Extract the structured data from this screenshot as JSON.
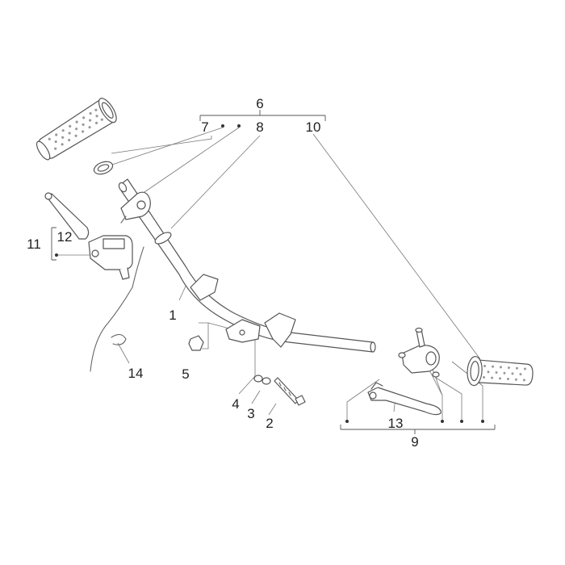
{
  "diagram": {
    "callouts": {
      "c1": "1",
      "c2": "2",
      "c3": "3",
      "c4": "4",
      "c5": "5",
      "c6": "6",
      "c7": "7",
      "c8": "8",
      "c9": "9",
      "c10": "10",
      "c11": "11",
      "c12": "12",
      "c13": "13",
      "c14": "14"
    },
    "colors": {
      "line": "#555555",
      "leader": "#777777",
      "text": "#222222",
      "background": "#ffffff"
    }
  }
}
